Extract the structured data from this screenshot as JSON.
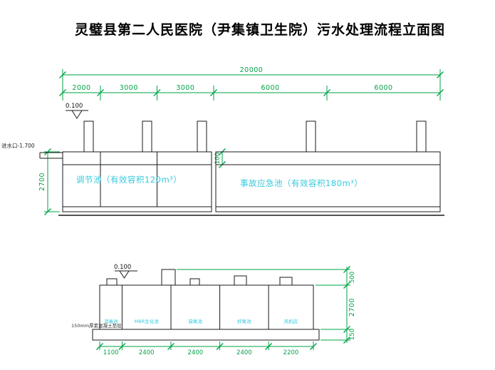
{
  "title": "灵璧县第二人民医院（尹集镇卫生院）污水处理流程立面图",
  "colors": {
    "dimension_green": "#00a347",
    "label_cyan": "#35c8dc",
    "linework": "#1a1a1a",
    "background": "#ffffff"
  },
  "upper_view": {
    "total_dim": "20000",
    "segment_dims": [
      "2000",
      "3000",
      "3000",
      "6000",
      "6000"
    ],
    "elevation_mark": "0.100",
    "inlet_label": "进水口-1.700",
    "height_dim": "2700",
    "freeboard_dim": "100",
    "tank_labels": [
      "调节池（有效容积120m³）",
      "事故应急池（有效容积180m³）"
    ]
  },
  "lower_view": {
    "elevation_mark": "0.100",
    "bedding_note": "150mm厚素混凝土垫层",
    "compartment_labels": [
      "消毒池",
      "MBR生化池",
      "缺氧池",
      "好氧池",
      "风机房"
    ],
    "bottom_dims": [
      "1100",
      "2400",
      "2400",
      "2400",
      "2200"
    ],
    "right_dims": [
      "500",
      "2700",
      "150"
    ]
  }
}
